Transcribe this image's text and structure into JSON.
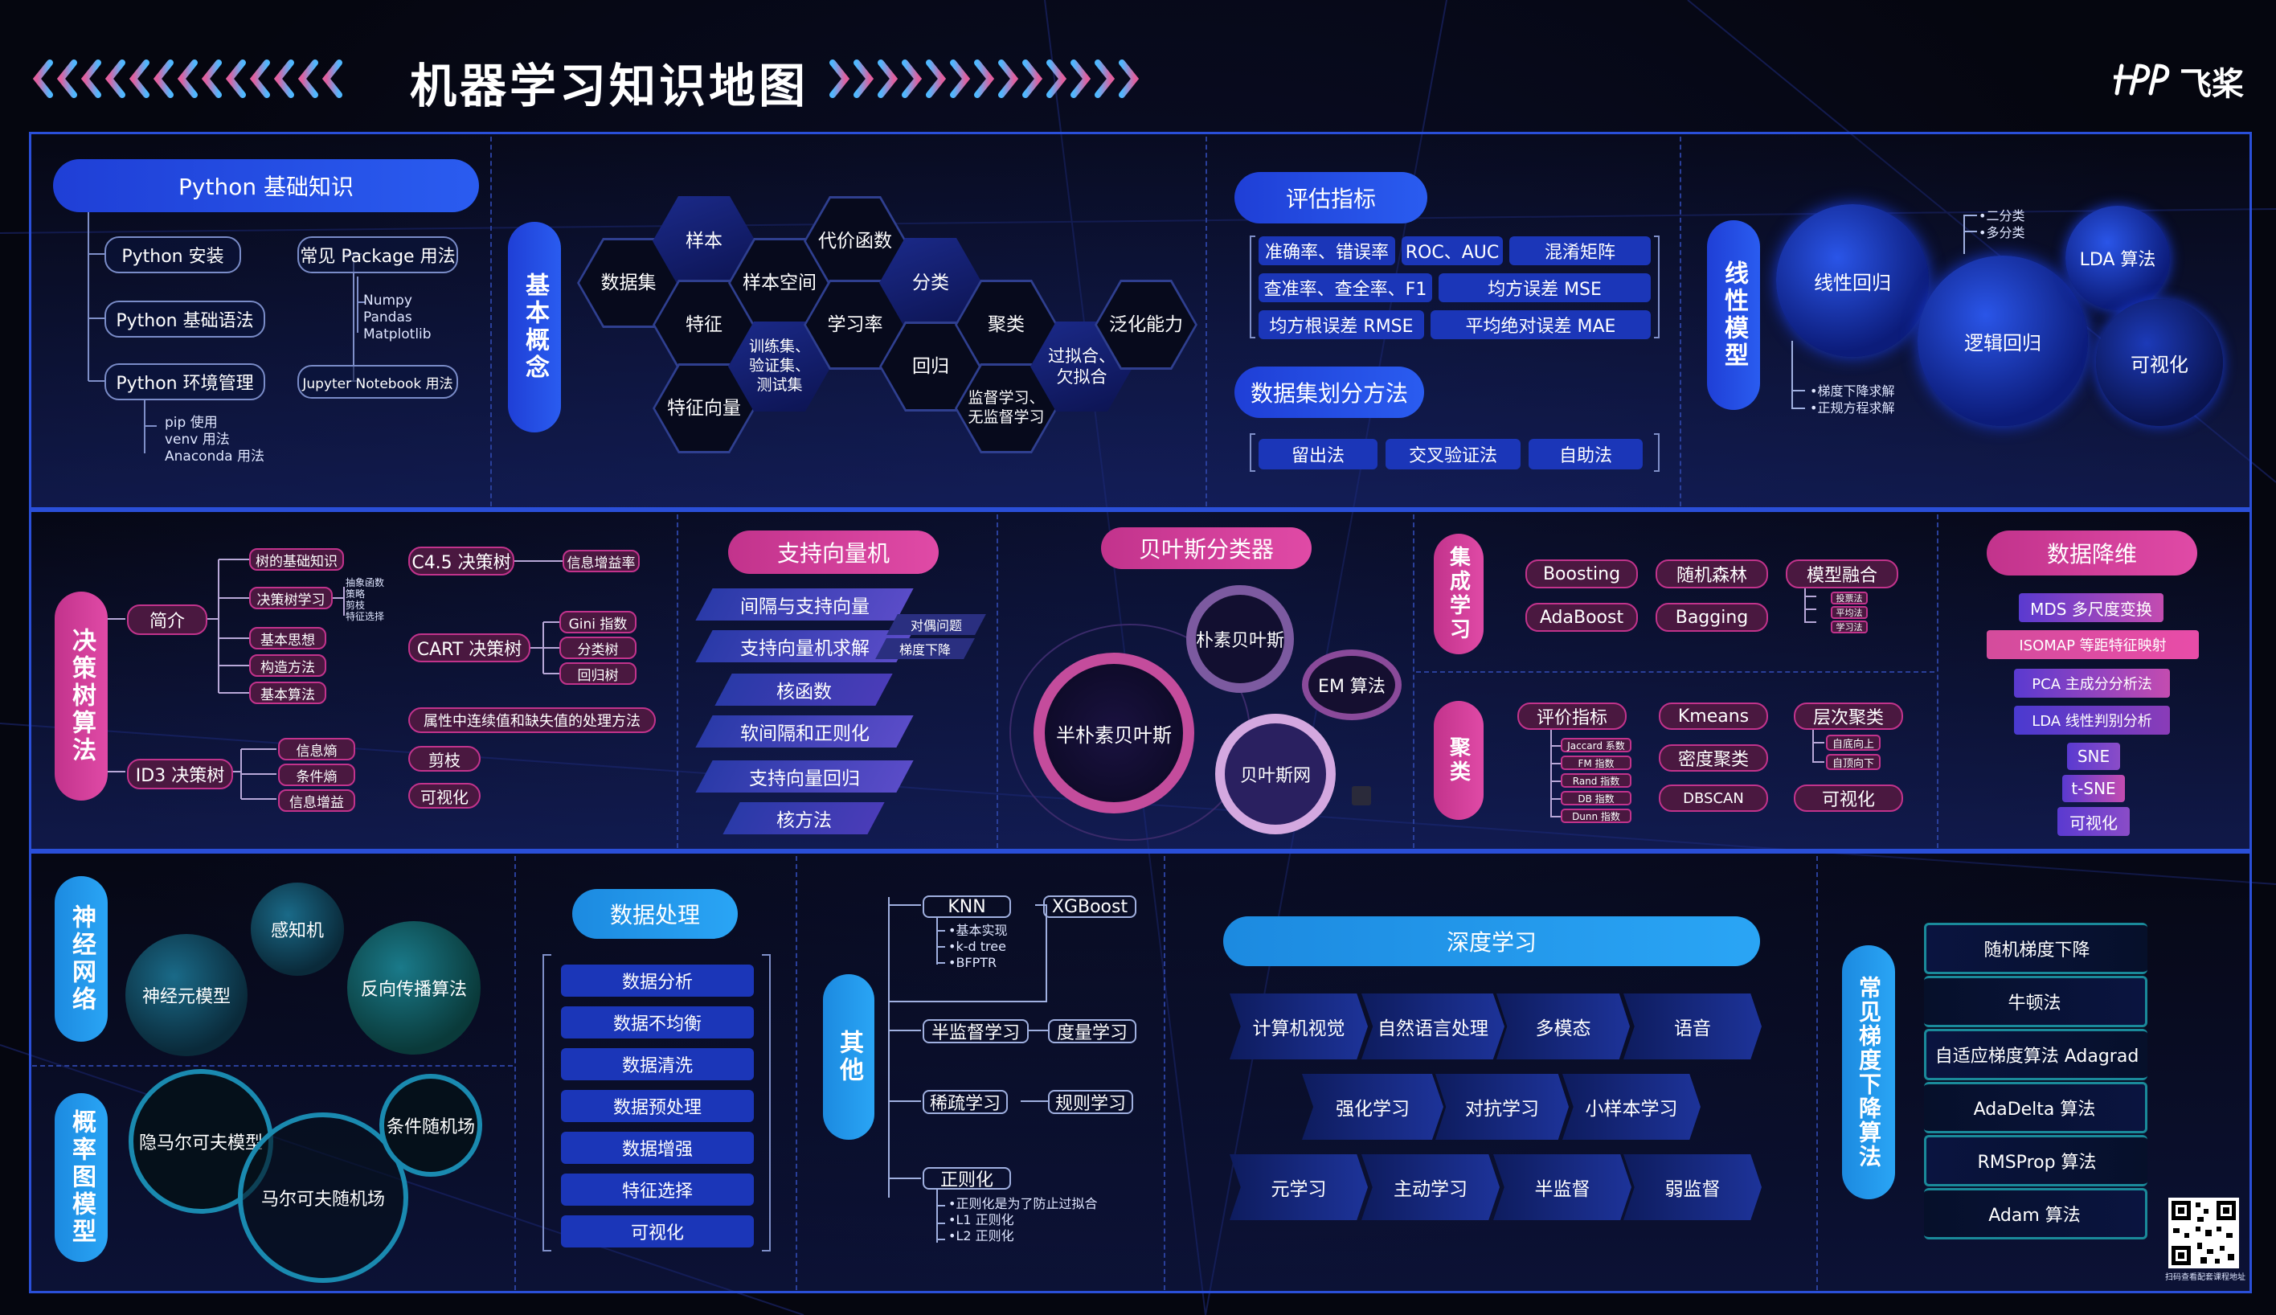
{
  "header": {
    "title": "机器学习知识地图",
    "brand": "飞桨"
  },
  "colors": {
    "panel_border": "#2a4fd8",
    "blue": "#1f3fd6",
    "pink": "#c2338c",
    "cyan": "#1c8ae0",
    "background": "#05060f"
  },
  "python": {
    "title": "Python 基础知识",
    "install": "Python 安装",
    "syntax": "Python 基础语法",
    "env": "Python 环境管理",
    "packages": "常见 Package 用法",
    "package_list": [
      "Numpy",
      "Pandas",
      "Matplotlib"
    ],
    "jupyter": "Jupyter Notebook 用法",
    "env_list": [
      "pip 使用",
      "venv 用法",
      "Anaconda 用法"
    ]
  },
  "basic": {
    "title": "基本概念",
    "hexes": [
      "样本",
      "代价函数",
      "数据集",
      "样本空间",
      "分类",
      "特征",
      "学习率",
      "聚类",
      "泛化能力",
      "训练集、\n验证集、\n测试集",
      "回归",
      "过拟合、\n欠拟合",
      "特征向量",
      "监督学习、\n无监督学习"
    ]
  },
  "eval": {
    "title": "评估指标",
    "metrics": [
      "准确率、错误率",
      "ROC、AUC",
      "混淆矩阵",
      "查准率、查全率、F1",
      "均方误差 MSE",
      "均方根误差 RMSE",
      "平均绝对误差 MAE"
    ],
    "split_title": "数据集划分方法",
    "splits": [
      "留出法",
      "交叉验证法",
      "自助法"
    ]
  },
  "linear": {
    "title": "线性模型",
    "linreg": "线性回归",
    "logreg": "逻辑回归",
    "lda": "LDA 算法",
    "viz": "可视化",
    "lin_notes": [
      "梯度下降求解",
      "正规方程求解"
    ],
    "log_notes": [
      "二分类",
      "多分类"
    ]
  },
  "tree": {
    "title": "决策树算法",
    "intro": "简介",
    "intro_items": [
      "树的基础知识",
      "决策树学习",
      "基本思想",
      "构造方法",
      "基本算法"
    ],
    "learn_items": [
      "抽象函数",
      "策略",
      "剪枝",
      "特征选择"
    ],
    "c45": "C4.5 决策树",
    "c45_item": "信息增益率",
    "cart": "CART 决策树",
    "cart_items": [
      "Gini 指数",
      "分类树",
      "回归树"
    ],
    "missing": "属性中连续值和缺失值的处理方法",
    "prune": "剪枝",
    "viz": "可视化",
    "id3": "ID3 决策树",
    "id3_items": [
      "信息熵",
      "条件熵",
      "信息增益"
    ]
  },
  "svm": {
    "title": "支持向量机",
    "items": [
      "间隔与支持向量",
      "支持向量机求解",
      "核函数",
      "软间隔和正则化",
      "支持向量回归",
      "核方法"
    ],
    "side": [
      "对偶问题",
      "梯度下降"
    ]
  },
  "bayes": {
    "title": "贝叶斯分类器",
    "semi": "半朴素贝叶斯",
    "naive": "朴素贝叶斯",
    "em": "EM 算法",
    "net": "贝叶斯网"
  },
  "ensemble": {
    "title": "集成学习",
    "items": [
      "Boosting",
      "随机森林",
      "模型融合",
      "AdaBoost",
      "Bagging"
    ],
    "fusion": [
      "投票法",
      "平均法",
      "学习法"
    ]
  },
  "cluster": {
    "title": "聚类",
    "metric": "评价指标",
    "metric_items": [
      "Jaccard 系数",
      "FM 指数",
      "Rand 指数",
      "DB 指数",
      "Dunn 指数"
    ],
    "kmeans": "Kmeans",
    "density": "密度聚类",
    "dbscan": "DBSCAN",
    "hier": "层次聚类",
    "hier_items": [
      "自底向上",
      "自顶向下"
    ],
    "viz": "可视化"
  },
  "dimred": {
    "title": "数据降维",
    "items": [
      "MDS 多尺度变换",
      "ISOMAP 等距特征映射",
      "PCA 主成分分析法",
      "LDA 线性判别分析",
      "SNE",
      "t-SNE",
      "可视化"
    ]
  },
  "nn": {
    "title": "神经网络",
    "perceptron": "感知机",
    "neuron": "神经元模型",
    "bp": "反向传播算法"
  },
  "pgm": {
    "title": "概率图模型",
    "hmm": "隐马尔可夫模型",
    "crf": "条件随机场",
    "mrf": "马尔可夫随机场"
  },
  "dataproc": {
    "title": "数据处理",
    "items": [
      "数据分析",
      "数据不均衡",
      "数据清洗",
      "数据预处理",
      "数据增强",
      "特征选择",
      "可视化"
    ]
  },
  "other": {
    "title": "其他",
    "knn": "KNN",
    "knn_items": [
      "基本实现",
      "k-d tree",
      "BFPTR"
    ],
    "xgb": "XGBoost",
    "semi": "半监督学习",
    "metric": "度量学习",
    "sparse": "稀疏学习",
    "rule": "规则学习",
    "reg": "正则化",
    "reg_items": [
      "正则化是为了防止过拟合",
      "L1 正则化",
      "L2 正则化"
    ]
  },
  "dl": {
    "title": "深度学习",
    "row1": [
      "计算机视觉",
      "自然语言处理",
      "多模态",
      "语音"
    ],
    "row2": [
      "强化学习",
      "对抗学习",
      "小样本学习"
    ],
    "row3": [
      "元学习",
      "主动学习",
      "半监督",
      "弱监督"
    ]
  },
  "gd": {
    "title": "常见梯度下降算法",
    "items": [
      "随机梯度下降",
      "牛顿法",
      "自适应梯度算法 Adagrad",
      "AdaDelta 算法",
      "RMSProp 算法",
      "Adam 算法"
    ]
  },
  "qr": {
    "caption": "扫码查看配套课程地址"
  }
}
